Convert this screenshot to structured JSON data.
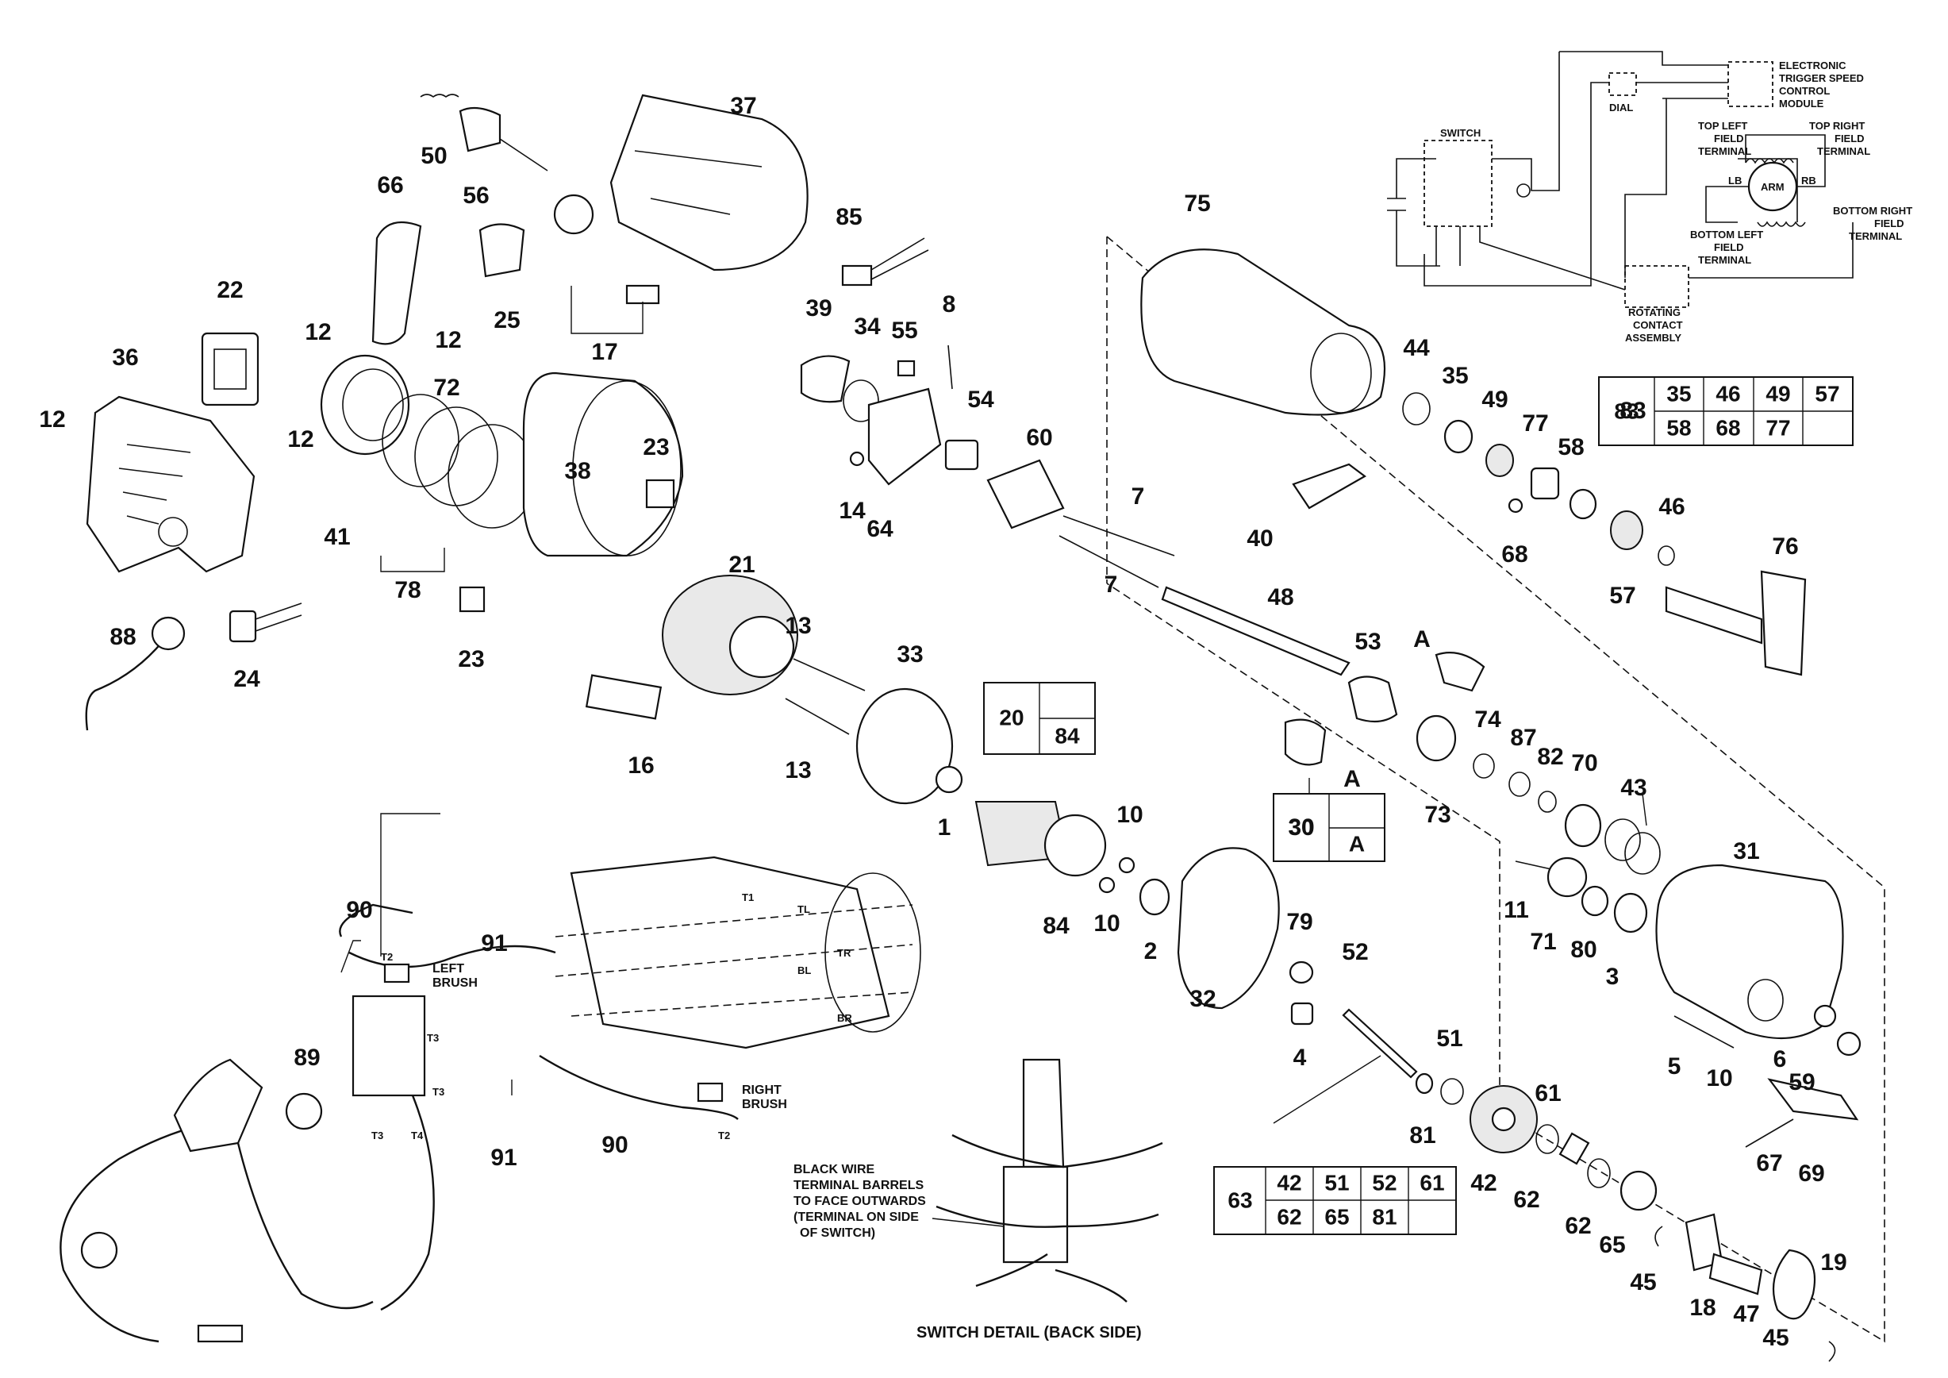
{
  "callouts": [
    "50",
    "56",
    "37",
    "66",
    "25",
    "12",
    "17",
    "85",
    "22",
    "12",
    "12",
    "36",
    "72",
    "12",
    "41",
    "78",
    "23",
    "38",
    "39",
    "34",
    "55",
    "8",
    "54",
    "60",
    "14",
    "64",
    "7",
    "7",
    "48",
    "75",
    "44",
    "35",
    "49",
    "77",
    "58",
    "68",
    "83",
    "46",
    "57",
    "76",
    "40",
    "53",
    "A",
    "A",
    "73",
    "74",
    "87",
    "82",
    "70",
    "43",
    "21",
    "13",
    "13",
    "33",
    "16",
    "23",
    "24",
    "88",
    "1",
    "84",
    "10",
    "10",
    "2",
    "32",
    "79",
    "52",
    "4",
    "81",
    "51",
    "42",
    "62",
    "61",
    "62",
    "65",
    "45",
    "18",
    "47",
    "45",
    "19",
    "31",
    "11",
    "71",
    "80",
    "3",
    "5",
    "10",
    "6",
    "59",
    "67",
    "69",
    "90",
    "91",
    "89",
    "91",
    "90",
    "30"
  ],
  "tables": {
    "t20": {
      "rows": [
        [
          "20",
          ""
        ],
        [
          "",
          "84"
        ]
      ]
    },
    "t83": {
      "label": "83",
      "rows": [
        [
          "35",
          "46",
          "49",
          "57"
        ],
        [
          "58",
          "68",
          "77",
          ""
        ]
      ]
    },
    "t30": {
      "label": "30",
      "rows": [
        [
          ""
        ],
        [
          "A"
        ]
      ]
    },
    "t63": {
      "label": "63",
      "rows": [
        [
          "42",
          "51",
          "52",
          "61"
        ],
        [
          "62",
          "65",
          "81",
          ""
        ]
      ]
    }
  },
  "schematic": {
    "module_label": "ELECTRONIC TRIGGER SPEED CONTROL MODULE",
    "module_lines": [
      "ELECTRONIC",
      "TRIGGER SPEED",
      "CONTROL",
      "MODULE"
    ],
    "dial": "DIAL",
    "switch": "SWITCH",
    "top_left": [
      "TOP LEFT",
      "FIELD",
      "TERMINAL"
    ],
    "top_right": [
      "TOP RIGHT",
      "FIELD",
      "TERMINAL"
    ],
    "arm": "ARM",
    "lb": "LB",
    "rb": "RB",
    "bottom_left": [
      "BOTTOM LEFT",
      "FIELD",
      "TERMINAL"
    ],
    "bottom_right": [
      "BOTTOM RIGHT",
      "FIELD",
      "TERMINAL"
    ],
    "rotating": [
      "ROTATING",
      "CONTACT",
      "ASSEMBLY"
    ]
  },
  "wiring": {
    "t1": "T1",
    "tl": "TL",
    "tr": "TR",
    "bl": "BL",
    "br": "BR",
    "t2a": "T2",
    "t2b": "T2",
    "t3a": "T3",
    "t3b": "T3",
    "t3c": "T3",
    "t4": "T4",
    "left_brush": [
      "LEFT",
      "BRUSH"
    ],
    "right_brush": [
      "RIGHT",
      "BRUSH"
    ]
  },
  "switch_note": [
    "BLACK WIRE",
    "TERMINAL BARRELS",
    "TO FACE OUTWARDS",
    "(TERMINAL ON SIDE",
    "OF SWITCH)"
  ],
  "switch_detail_caption": "SWITCH DETAIL (BACK SIDE)"
}
